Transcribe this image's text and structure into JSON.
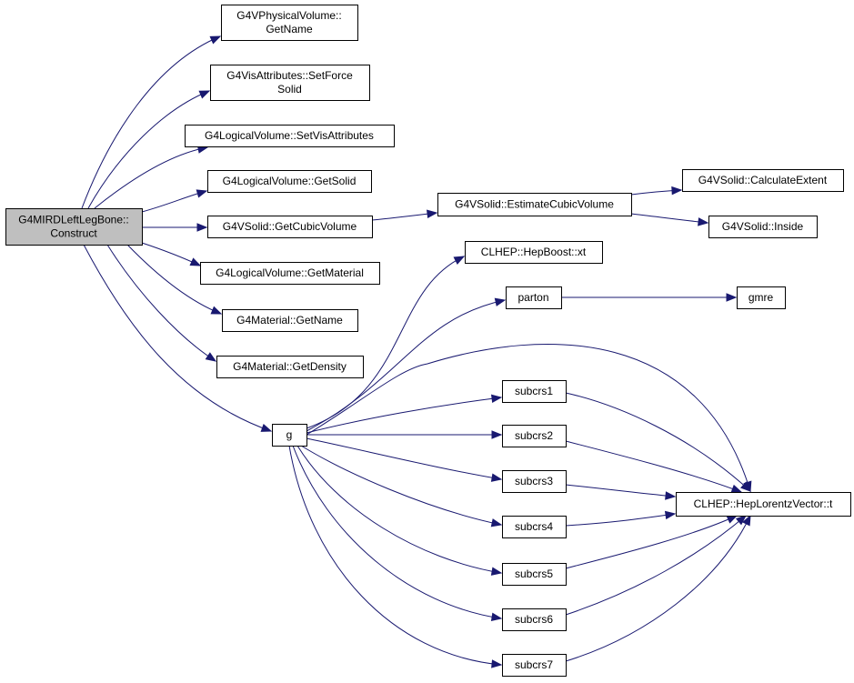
{
  "diagram": {
    "type": "call-graph",
    "edge_color": "#191970",
    "root_fill": "#bfbfbf",
    "nodes": [
      {
        "id": "root",
        "lines": [
          "G4MIRDLeftLegBone::",
          "Construct"
        ]
      },
      {
        "id": "n_getname_pv",
        "lines": [
          "G4VPhysicalVolume::",
          "GetName"
        ]
      },
      {
        "id": "n_setforcesolid",
        "lines": [
          "G4VisAttributes::SetForce",
          "Solid"
        ]
      },
      {
        "id": "n_setvisattr",
        "lines": [
          "G4LogicalVolume::SetVisAttributes"
        ]
      },
      {
        "id": "n_getsolid",
        "lines": [
          "G4LogicalVolume::GetSolid"
        ]
      },
      {
        "id": "n_getcubicvolume",
        "lines": [
          "G4VSolid::GetCubicVolume"
        ]
      },
      {
        "id": "n_getmaterial",
        "lines": [
          "G4LogicalVolume::GetMaterial"
        ]
      },
      {
        "id": "n_mat_getname",
        "lines": [
          "G4Material::GetName"
        ]
      },
      {
        "id": "n_getdensity",
        "lines": [
          "G4Material::GetDensity"
        ]
      },
      {
        "id": "n_g",
        "lines": [
          "g"
        ]
      },
      {
        "id": "n_estimate",
        "lines": [
          "G4VSolid::EstimateCubicVolume"
        ]
      },
      {
        "id": "n_calcextent",
        "lines": [
          "G4VSolid::CalculateExtent"
        ]
      },
      {
        "id": "n_inside",
        "lines": [
          "G4VSolid::Inside"
        ]
      },
      {
        "id": "n_xt",
        "lines": [
          "CLHEP::HepBoost::xt"
        ]
      },
      {
        "id": "n_parton",
        "lines": [
          "parton"
        ]
      },
      {
        "id": "n_gmre",
        "lines": [
          "gmre"
        ]
      },
      {
        "id": "n_subcrs1",
        "lines": [
          "subcrs1"
        ]
      },
      {
        "id": "n_subcrs2",
        "lines": [
          "subcrs2"
        ]
      },
      {
        "id": "n_subcrs3",
        "lines": [
          "subcrs3"
        ]
      },
      {
        "id": "n_subcrs4",
        "lines": [
          "subcrs4"
        ]
      },
      {
        "id": "n_subcrs5",
        "lines": [
          "subcrs5"
        ]
      },
      {
        "id": "n_subcrs6",
        "lines": [
          "subcrs6"
        ]
      },
      {
        "id": "n_subcrs7",
        "lines": [
          "subcrs7"
        ]
      },
      {
        "id": "n_lorentz_t",
        "lines": [
          "CLHEP::HepLorentzVector::t"
        ]
      }
    ],
    "edges": [
      {
        "from": "root",
        "to": "n_getname_pv"
      },
      {
        "from": "root",
        "to": "n_setforcesolid"
      },
      {
        "from": "root",
        "to": "n_setvisattr"
      },
      {
        "from": "root",
        "to": "n_getsolid"
      },
      {
        "from": "root",
        "to": "n_getcubicvolume"
      },
      {
        "from": "root",
        "to": "n_getmaterial"
      },
      {
        "from": "root",
        "to": "n_mat_getname"
      },
      {
        "from": "root",
        "to": "n_getdensity"
      },
      {
        "from": "root",
        "to": "n_g"
      },
      {
        "from": "n_getcubicvolume",
        "to": "n_estimate"
      },
      {
        "from": "n_estimate",
        "to": "n_calcextent"
      },
      {
        "from": "n_estimate",
        "to": "n_inside"
      },
      {
        "from": "n_g",
        "to": "n_xt"
      },
      {
        "from": "n_g",
        "to": "n_parton"
      },
      {
        "from": "n_g",
        "to": "n_lorentz_t"
      },
      {
        "from": "n_g",
        "to": "n_subcrs1"
      },
      {
        "from": "n_g",
        "to": "n_subcrs2"
      },
      {
        "from": "n_g",
        "to": "n_subcrs3"
      },
      {
        "from": "n_g",
        "to": "n_subcrs4"
      },
      {
        "from": "n_g",
        "to": "n_subcrs5"
      },
      {
        "from": "n_g",
        "to": "n_subcrs6"
      },
      {
        "from": "n_g",
        "to": "n_subcrs7"
      },
      {
        "from": "n_parton",
        "to": "n_gmre"
      },
      {
        "from": "n_subcrs1",
        "to": "n_lorentz_t"
      },
      {
        "from": "n_subcrs2",
        "to": "n_lorentz_t"
      },
      {
        "from": "n_subcrs3",
        "to": "n_lorentz_t"
      },
      {
        "from": "n_subcrs4",
        "to": "n_lorentz_t"
      },
      {
        "from": "n_subcrs5",
        "to": "n_lorentz_t"
      },
      {
        "from": "n_subcrs6",
        "to": "n_lorentz_t"
      },
      {
        "from": "n_subcrs7",
        "to": "n_lorentz_t"
      }
    ]
  }
}
